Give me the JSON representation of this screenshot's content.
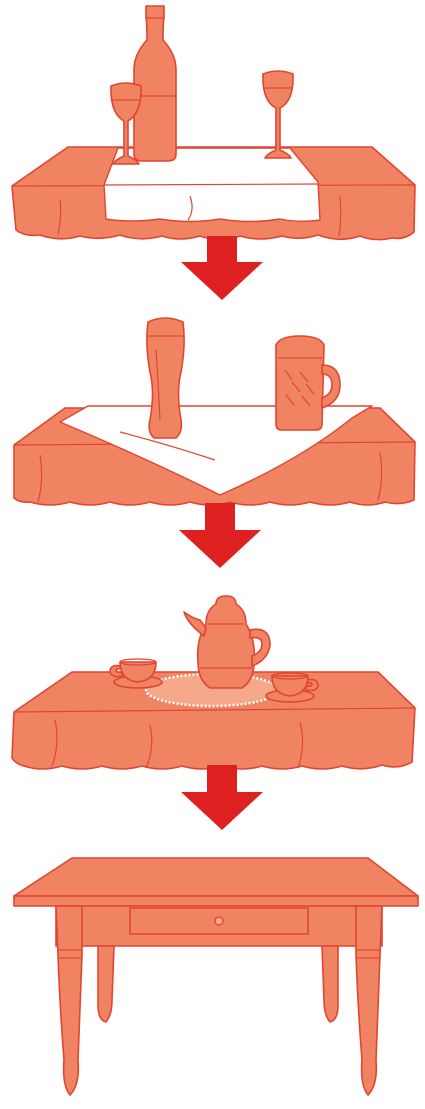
{
  "colors": {
    "fill": "#F08462",
    "stroke": "#E14530",
    "light": "#F6A98A",
    "cloth": "#FFFFFF",
    "arrow": "#DF2020",
    "background": "#FFFFFF"
  },
  "stages": [
    {
      "id": "wine-setting",
      "items": [
        "bottle-icon",
        "wine-glass-icon",
        "wine-glass-icon",
        "table-runner-icon",
        "tablecloth-icon"
      ]
    },
    {
      "id": "beer-setting",
      "items": [
        "beer-glass-icon",
        "beer-mug-icon",
        "square-napkin-icon",
        "tablecloth-icon"
      ]
    },
    {
      "id": "coffee-setting",
      "items": [
        "coffee-pot-icon",
        "coffee-cup-icon",
        "coffee-cup-icon",
        "doily-icon",
        "tablecloth-icon"
      ]
    },
    {
      "id": "bare-table",
      "items": [
        "table-icon",
        "drawer-icon",
        "drawer-knob-icon"
      ]
    }
  ],
  "arrows": [
    "arrow-down-icon",
    "arrow-down-icon",
    "arrow-down-icon"
  ]
}
